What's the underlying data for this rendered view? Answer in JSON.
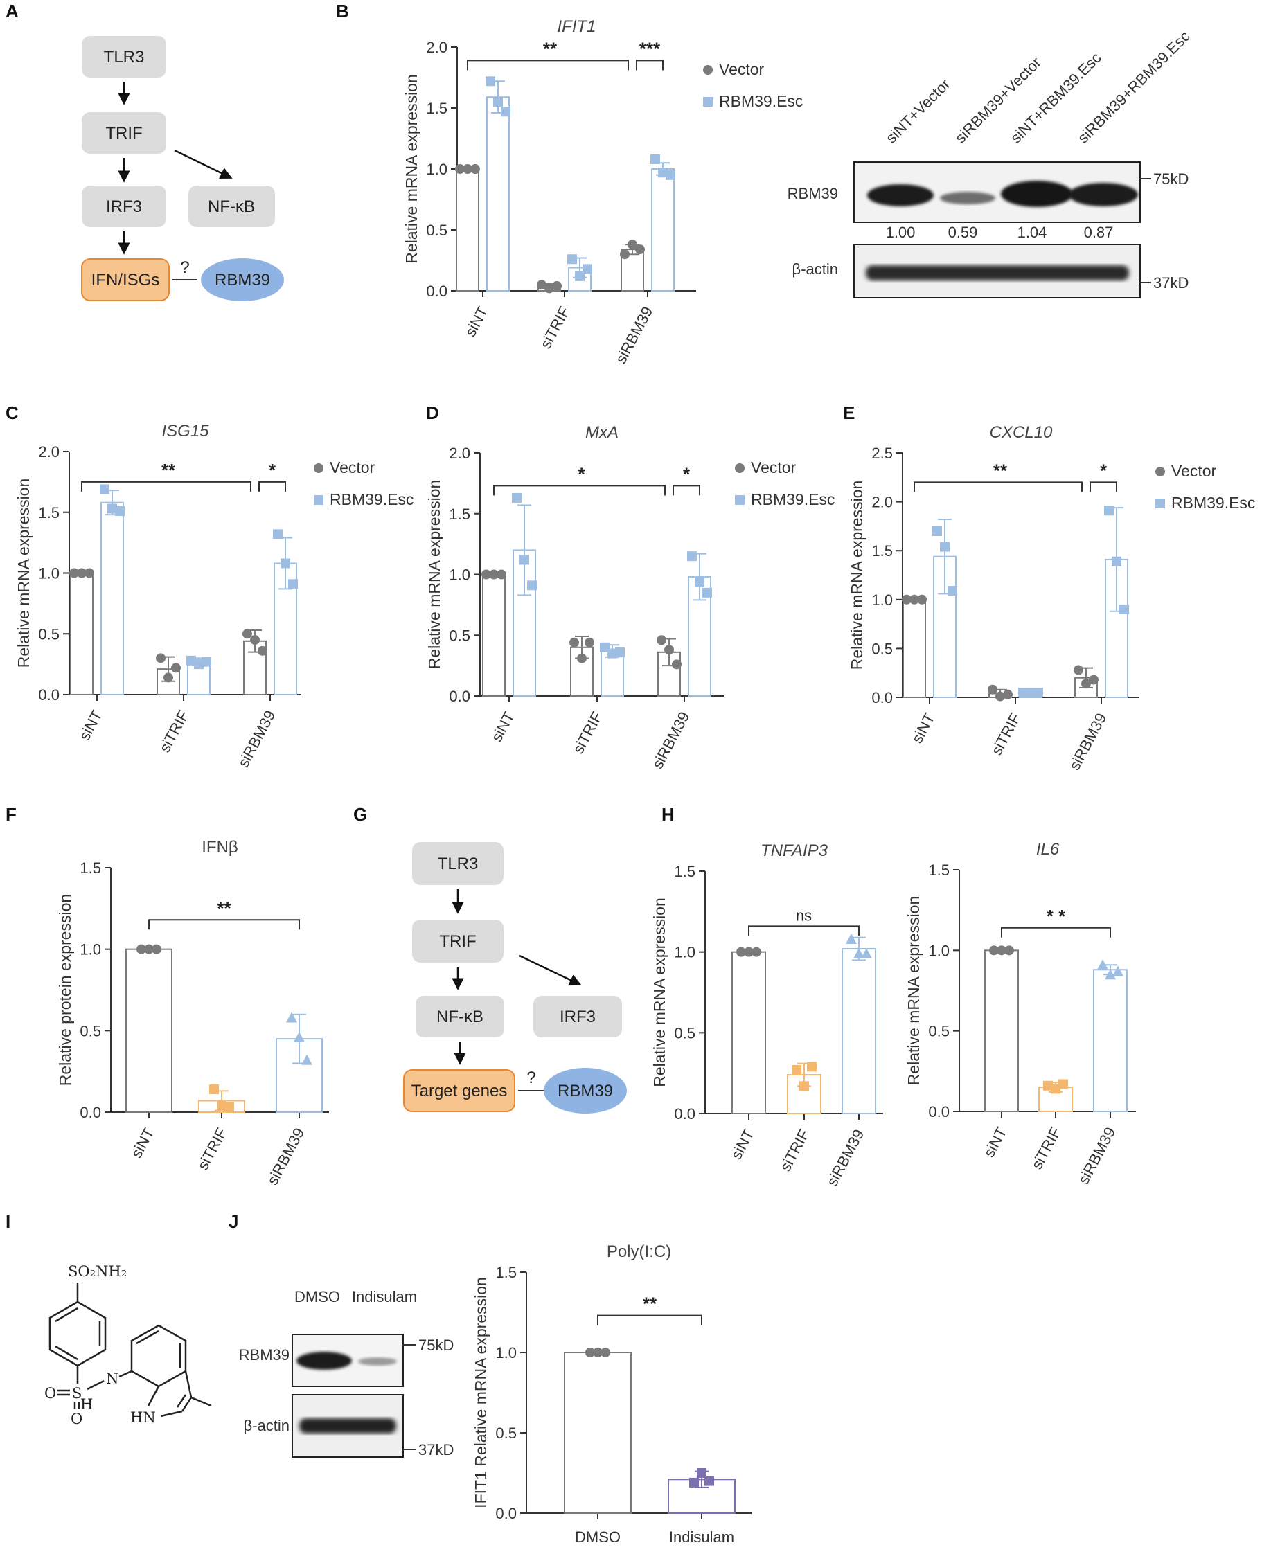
{
  "panel_labels": {
    "A": "A",
    "B": "B",
    "C": "C",
    "D": "D",
    "E": "E",
    "F": "F",
    "G": "G",
    "H": "H",
    "I": "I",
    "J": "J"
  },
  "colors": {
    "vector": "#7a7a7a",
    "esc": "#9dbde3",
    "trif": "#f5b66e",
    "indisulam": "#7b6fb0",
    "box_gray": "#dcdcdc",
    "box_orange": "#f8c48e",
    "box_orange_border": "#e9872f",
    "oval_blue": "#8fb4e4"
  },
  "diagram_A": {
    "tlr3": "TLR3",
    "trif": "TRIF",
    "irf3": "IRF3",
    "nfkb": "NF-κB",
    "target": "IFN/ISGs",
    "q": "?",
    "rbm39": "RBM39"
  },
  "diagram_G": {
    "tlr3": "TLR3",
    "trif": "TRIF",
    "nfkb": "NF-κB",
    "irf3": "IRF3",
    "target": "Target genes",
    "q": "?",
    "rbm39": "RBM39"
  },
  "blot_B": {
    "lanes": [
      "siNT+Vector",
      "siRBM39+Vector",
      "siNT+RBM39.Esc",
      "siRBM39+RBM39.Esc"
    ],
    "rbm39_label": "RBM39",
    "actin_label": "β-actin",
    "quant": [
      "1.00",
      "0.59",
      "1.04",
      "0.87"
    ],
    "marker_top": "75kD",
    "marker_bottom": "37kD"
  },
  "blot_J": {
    "lanes": [
      "DMSO",
      "Indisulam"
    ],
    "rbm39_label": "RBM39",
    "actin_label": "β-actin",
    "marker_top": "75kD",
    "marker_bottom": "37kD"
  },
  "chem_I": {
    "sulfonamide": "SO₂NH₂",
    "o1": "O",
    "s": "S",
    "o2": "O",
    "n": "N",
    "h": "H",
    "hn": "HN"
  },
  "chart_data": [
    {
      "id": "B",
      "type": "bar",
      "title": "IFIT1",
      "italic": true,
      "ylabel": "Relative mRNA expression",
      "categories": [
        "siNT",
        "siTRIF",
        "siRBM39"
      ],
      "ylim": [
        0,
        2.0
      ],
      "yticks": [
        0.0,
        0.5,
        1.0,
        1.5,
        2.0
      ],
      "legend": [
        "Vector",
        "RBM39.Esc"
      ],
      "series": [
        {
          "name": "Vector",
          "values": [
            1.0,
            0.04,
            0.34
          ],
          "err": [
            0.0,
            0.02,
            0.04
          ],
          "points": [
            [
              1.0,
              1.0,
              1.0
            ],
            [
              0.05,
              0.02,
              0.04
            ],
            [
              0.3,
              0.38,
              0.34
            ]
          ]
        },
        {
          "name": "RBM39.Esc",
          "values": [
            1.59,
            0.19,
            1.0
          ],
          "err": [
            0.13,
            0.08,
            0.05
          ],
          "points": [
            [
              1.72,
              1.55,
              1.47
            ],
            [
              0.26,
              0.12,
              0.18
            ],
            [
              1.08,
              0.97,
              0.95
            ]
          ]
        }
      ],
      "sig": [
        {
          "label": "**",
          "from": [
            0,
            0
          ],
          "to": [
            2,
            0
          ],
          "y": 1.89
        },
        {
          "label": "***",
          "from": [
            2,
            0
          ],
          "to": [
            2,
            1
          ],
          "y": 1.89
        }
      ]
    },
    {
      "id": "C",
      "type": "bar",
      "title": "ISG15",
      "italic": true,
      "ylabel": "Relative mRNA expression",
      "categories": [
        "siNT",
        "siTRIF",
        "siRBM39"
      ],
      "ylim": [
        0,
        2.0
      ],
      "yticks": [
        0.0,
        0.5,
        1.0,
        1.5,
        2.0
      ],
      "legend": [
        "Vector",
        "RBM39.Esc"
      ],
      "series": [
        {
          "name": "Vector",
          "values": [
            1.0,
            0.21,
            0.44
          ],
          "err": [
            0.0,
            0.1,
            0.09
          ],
          "points": [
            [
              1.0,
              1.0,
              1.0
            ],
            [
              0.3,
              0.14,
              0.22
            ],
            [
              0.5,
              0.45,
              0.36
            ]
          ]
        },
        {
          "name": "RBM39.Esc",
          "values": [
            1.58,
            0.27,
            1.08
          ],
          "err": [
            0.1,
            0.03,
            0.21
          ],
          "points": [
            [
              1.69,
              1.53,
              1.51
            ],
            [
              0.28,
              0.25,
              0.27
            ],
            [
              1.32,
              1.08,
              0.91
            ]
          ]
        }
      ],
      "sig": [
        {
          "label": "**",
          "from": [
            0,
            0
          ],
          "to": [
            2,
            0
          ],
          "y": 1.75
        },
        {
          "label": "*",
          "from": [
            2,
            0
          ],
          "to": [
            2,
            1
          ],
          "y": 1.75
        }
      ]
    },
    {
      "id": "D",
      "type": "bar",
      "title": "MxA",
      "italic": true,
      "ylabel": "Relative mRNA expression",
      "categories": [
        "siNT",
        "siTRIF",
        "siRBM39"
      ],
      "ylim": [
        0,
        2.0
      ],
      "yticks": [
        0.0,
        0.5,
        1.0,
        1.5,
        2.0
      ],
      "legend": [
        "Vector",
        "RBM39.Esc"
      ],
      "series": [
        {
          "name": "Vector",
          "values": [
            1.0,
            0.4,
            0.36
          ],
          "err": [
            0.0,
            0.09,
            0.11
          ],
          "points": [
            [
              1.0,
              1.0,
              1.0
            ],
            [
              0.44,
              0.31,
              0.44
            ],
            [
              0.46,
              0.38,
              0.26
            ]
          ]
        },
        {
          "name": "RBM39.Esc",
          "values": [
            1.2,
            0.37,
            0.98
          ],
          "err": [
            0.37,
            0.05,
            0.19
          ],
          "points": [
            [
              1.63,
              1.12,
              0.91
            ],
            [
              0.4,
              0.35,
              0.36
            ],
            [
              1.15,
              0.94,
              0.85
            ]
          ]
        }
      ],
      "sig": [
        {
          "label": "*",
          "from": [
            0,
            0
          ],
          "to": [
            2,
            0
          ],
          "y": 1.73
        },
        {
          "label": "*",
          "from": [
            2,
            0
          ],
          "to": [
            2,
            1
          ],
          "y": 1.73
        }
      ]
    },
    {
      "id": "E",
      "type": "bar",
      "title": "CXCL10",
      "italic": true,
      "ylabel": "Relative mRNA expression",
      "categories": [
        "siNT",
        "siTRIF",
        "siRBM39"
      ],
      "ylim": [
        0,
        2.5
      ],
      "yticks": [
        0.0,
        0.5,
        1.0,
        1.5,
        2.0,
        2.5
      ],
      "legend": [
        "Vector",
        "RBM39.Esc"
      ],
      "series": [
        {
          "name": "Vector",
          "values": [
            1.0,
            0.04,
            0.2
          ],
          "err": [
            0.0,
            0.04,
            0.1
          ],
          "points": [
            [
              1.0,
              1.0,
              1.0
            ],
            [
              0.08,
              0.01,
              0.03
            ],
            [
              0.28,
              0.14,
              0.18
            ]
          ]
        },
        {
          "name": "RBM39.Esc",
          "values": [
            1.44,
            0.05,
            1.41
          ],
          "err": [
            0.38,
            0.01,
            0.53
          ],
          "points": [
            [
              1.7,
              1.54,
              1.09
            ],
            [
              0.05,
              0.05,
              0.05
            ],
            [
              1.91,
              1.39,
              0.9
            ]
          ]
        }
      ],
      "sig": [
        {
          "label": "**",
          "from": [
            0,
            0
          ],
          "to": [
            2,
            0
          ],
          "y": 2.2
        },
        {
          "label": "*",
          "from": [
            2,
            0
          ],
          "to": [
            2,
            1
          ],
          "y": 2.2
        }
      ]
    },
    {
      "id": "F",
      "type": "bar",
      "title": "IFNβ",
      "italic": false,
      "ylabel": "Relative  protein expression",
      "categories": [
        "siNT",
        "siTRIF",
        "siRBM39"
      ],
      "ylim": [
        0,
        1.5
      ],
      "yticks": [
        0.0,
        0.5,
        1.0,
        1.5
      ],
      "series": [
        {
          "name": "",
          "values": [
            1.0,
            0.07,
            0.45
          ],
          "err": [
            0.0,
            0.06,
            0.15
          ],
          "colors": [
            "vector",
            "trif",
            "esc"
          ],
          "markers": [
            "circle",
            "square",
            "triangle"
          ],
          "points": [
            [
              1.0,
              1.0,
              1.0
            ],
            [
              0.14,
              0.04,
              0.03
            ],
            [
              0.58,
              0.46,
              0.32
            ]
          ]
        }
      ],
      "sig": [
        {
          "label": "**",
          "from": [
            0,
            0
          ],
          "to": [
            2,
            0
          ],
          "y": 1.18
        }
      ]
    },
    {
      "id": "H1",
      "type": "bar",
      "title": "TNFAIP3",
      "italic": true,
      "ylabel": "Relative  mRNA expression",
      "categories": [
        "siNT",
        "siTRIF",
        "siRBM39"
      ],
      "ylim": [
        0,
        1.5
      ],
      "yticks": [
        0.0,
        0.5,
        1.0,
        1.5
      ],
      "series": [
        {
          "name": "",
          "values": [
            1.0,
            0.24,
            1.02
          ],
          "err": [
            0.0,
            0.07,
            0.07
          ],
          "colors": [
            "vector",
            "trif",
            "esc"
          ],
          "markers": [
            "circle",
            "square",
            "triangle"
          ],
          "points": [
            [
              1.0,
              1.0,
              1.0
            ],
            [
              0.27,
              0.17,
              0.29
            ],
            [
              1.08,
              0.99,
              0.99
            ]
          ]
        }
      ],
      "sig": [
        {
          "label": "ns",
          "from": [
            0,
            0
          ],
          "to": [
            2,
            0
          ],
          "y": 1.16,
          "ns": true
        }
      ]
    },
    {
      "id": "H2",
      "type": "bar",
      "title": "IL6",
      "italic": true,
      "ylabel": "Relative  mRNA expression",
      "categories": [
        "siNT",
        "siTRIF",
        "siRBM39"
      ],
      "ylim": [
        0,
        1.5
      ],
      "yticks": [
        0.0,
        0.5,
        1.0,
        1.5
      ],
      "series": [
        {
          "name": "",
          "values": [
            1.0,
            0.15,
            0.88
          ],
          "err": [
            0.0,
            0.03,
            0.03
          ],
          "colors": [
            "vector",
            "trif",
            "esc"
          ],
          "markers": [
            "circle",
            "square",
            "triangle"
          ],
          "points": [
            [
              1.0,
              1.0,
              1.0
            ],
            [
              0.16,
              0.14,
              0.17
            ],
            [
              0.91,
              0.85,
              0.87
            ]
          ]
        }
      ],
      "sig": [
        {
          "label": "* *",
          "from": [
            0,
            0
          ],
          "to": [
            2,
            0
          ],
          "y": 1.14
        }
      ]
    },
    {
      "id": "J",
      "type": "bar",
      "title": "Poly(I:C)",
      "italic": false,
      "ylabel": "IFIT1 Relative  mRNA expression",
      "categories": [
        "DMSO",
        "Indisulam"
      ],
      "ylim": [
        0,
        1.5
      ],
      "yticks": [
        0.0,
        0.5,
        1.0,
        1.5
      ],
      "series": [
        {
          "name": "",
          "values": [
            1.0,
            0.21
          ],
          "err": [
            0.0,
            0.05
          ],
          "colors": [
            "vector",
            "indisulam"
          ],
          "markers": [
            "circle",
            "square"
          ],
          "points": [
            [
              1.0,
              1.0,
              1.0
            ],
            [
              0.19,
              0.25,
              0.2
            ]
          ]
        }
      ],
      "sig": [
        {
          "label": "**",
          "from": [
            0,
            0
          ],
          "to": [
            1,
            0
          ],
          "y": 1.23
        }
      ]
    }
  ]
}
